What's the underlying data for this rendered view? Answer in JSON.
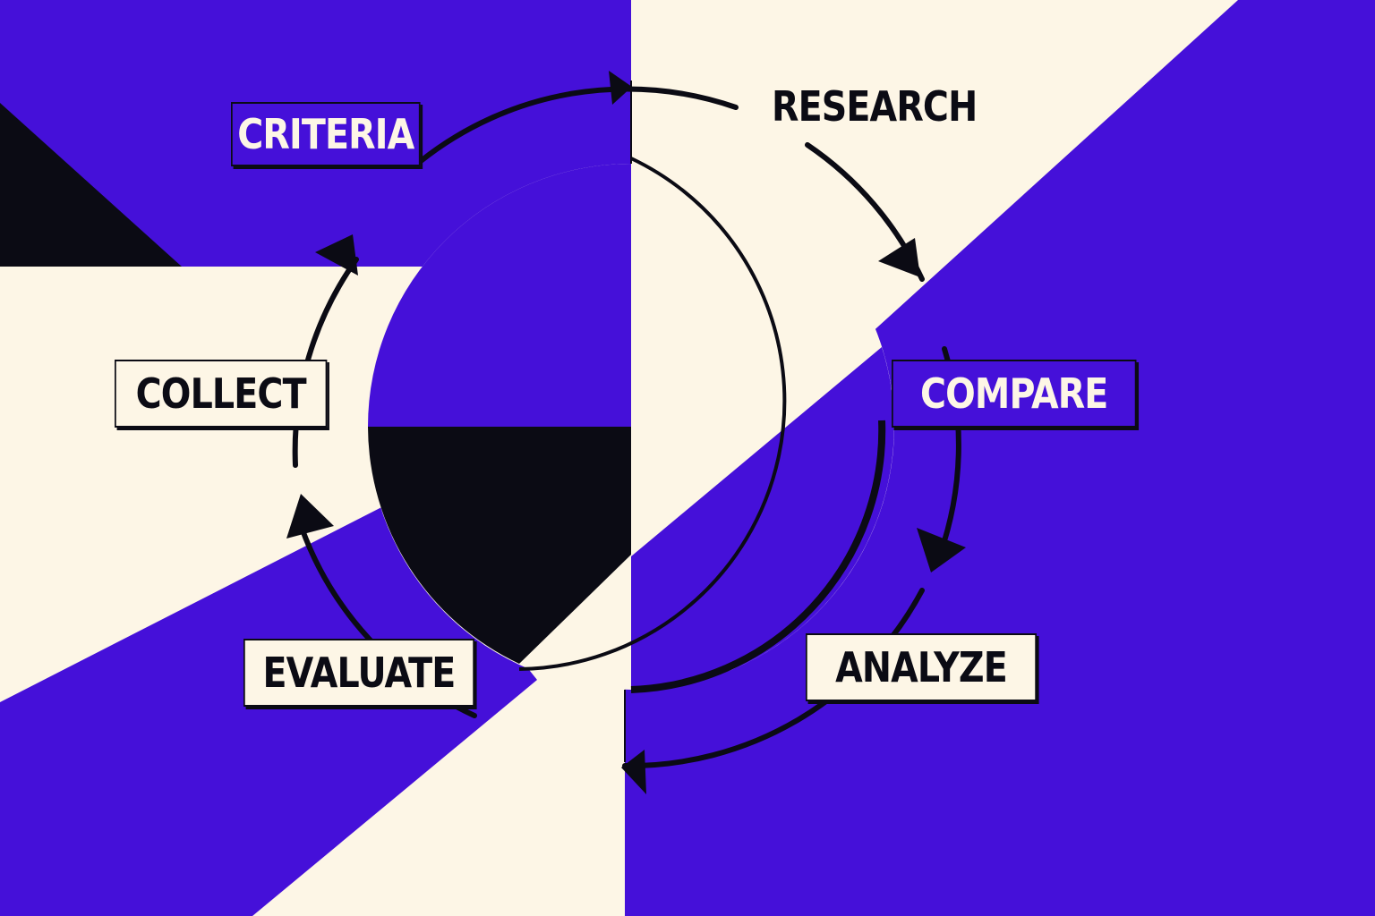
{
  "diagram": {
    "type": "cycle",
    "colors": {
      "purple": "#4510d9",
      "cream": "#fdf6e6",
      "ink": "#0b0b14"
    },
    "steps": [
      {
        "label": "RESEARCH",
        "style": "plain"
      },
      {
        "label": "COMPARE",
        "style": "dark"
      },
      {
        "label": "ANALYZE",
        "style": "light"
      },
      {
        "label": "EVALUATE",
        "style": "light"
      },
      {
        "label": "COLLECT",
        "style": "light"
      },
      {
        "label": "CRITERIA",
        "style": "dark"
      }
    ],
    "direction": "clockwise"
  }
}
